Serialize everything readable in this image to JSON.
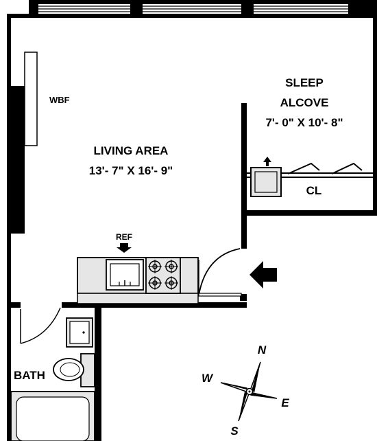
{
  "rooms": {
    "living": {
      "name": "LIVING AREA",
      "dims": "13'- 7\" X 16'- 9\""
    },
    "sleep": {
      "name_line1": "SLEEP",
      "name_line2": "ALCOVE",
      "dims": "7'- 0\" X 10'- 8\""
    },
    "closet": {
      "name": "CL"
    },
    "bath": {
      "name": "BATH"
    }
  },
  "fixtures": {
    "fireplace": "WBF",
    "refrigerator": "REF"
  },
  "compass": {
    "north": "N",
    "south": "S",
    "east": "E",
    "west": "W"
  },
  "colors": {
    "wall": "#000000",
    "fixture_fill": "#e6e6e6",
    "background": "#ffffff"
  }
}
